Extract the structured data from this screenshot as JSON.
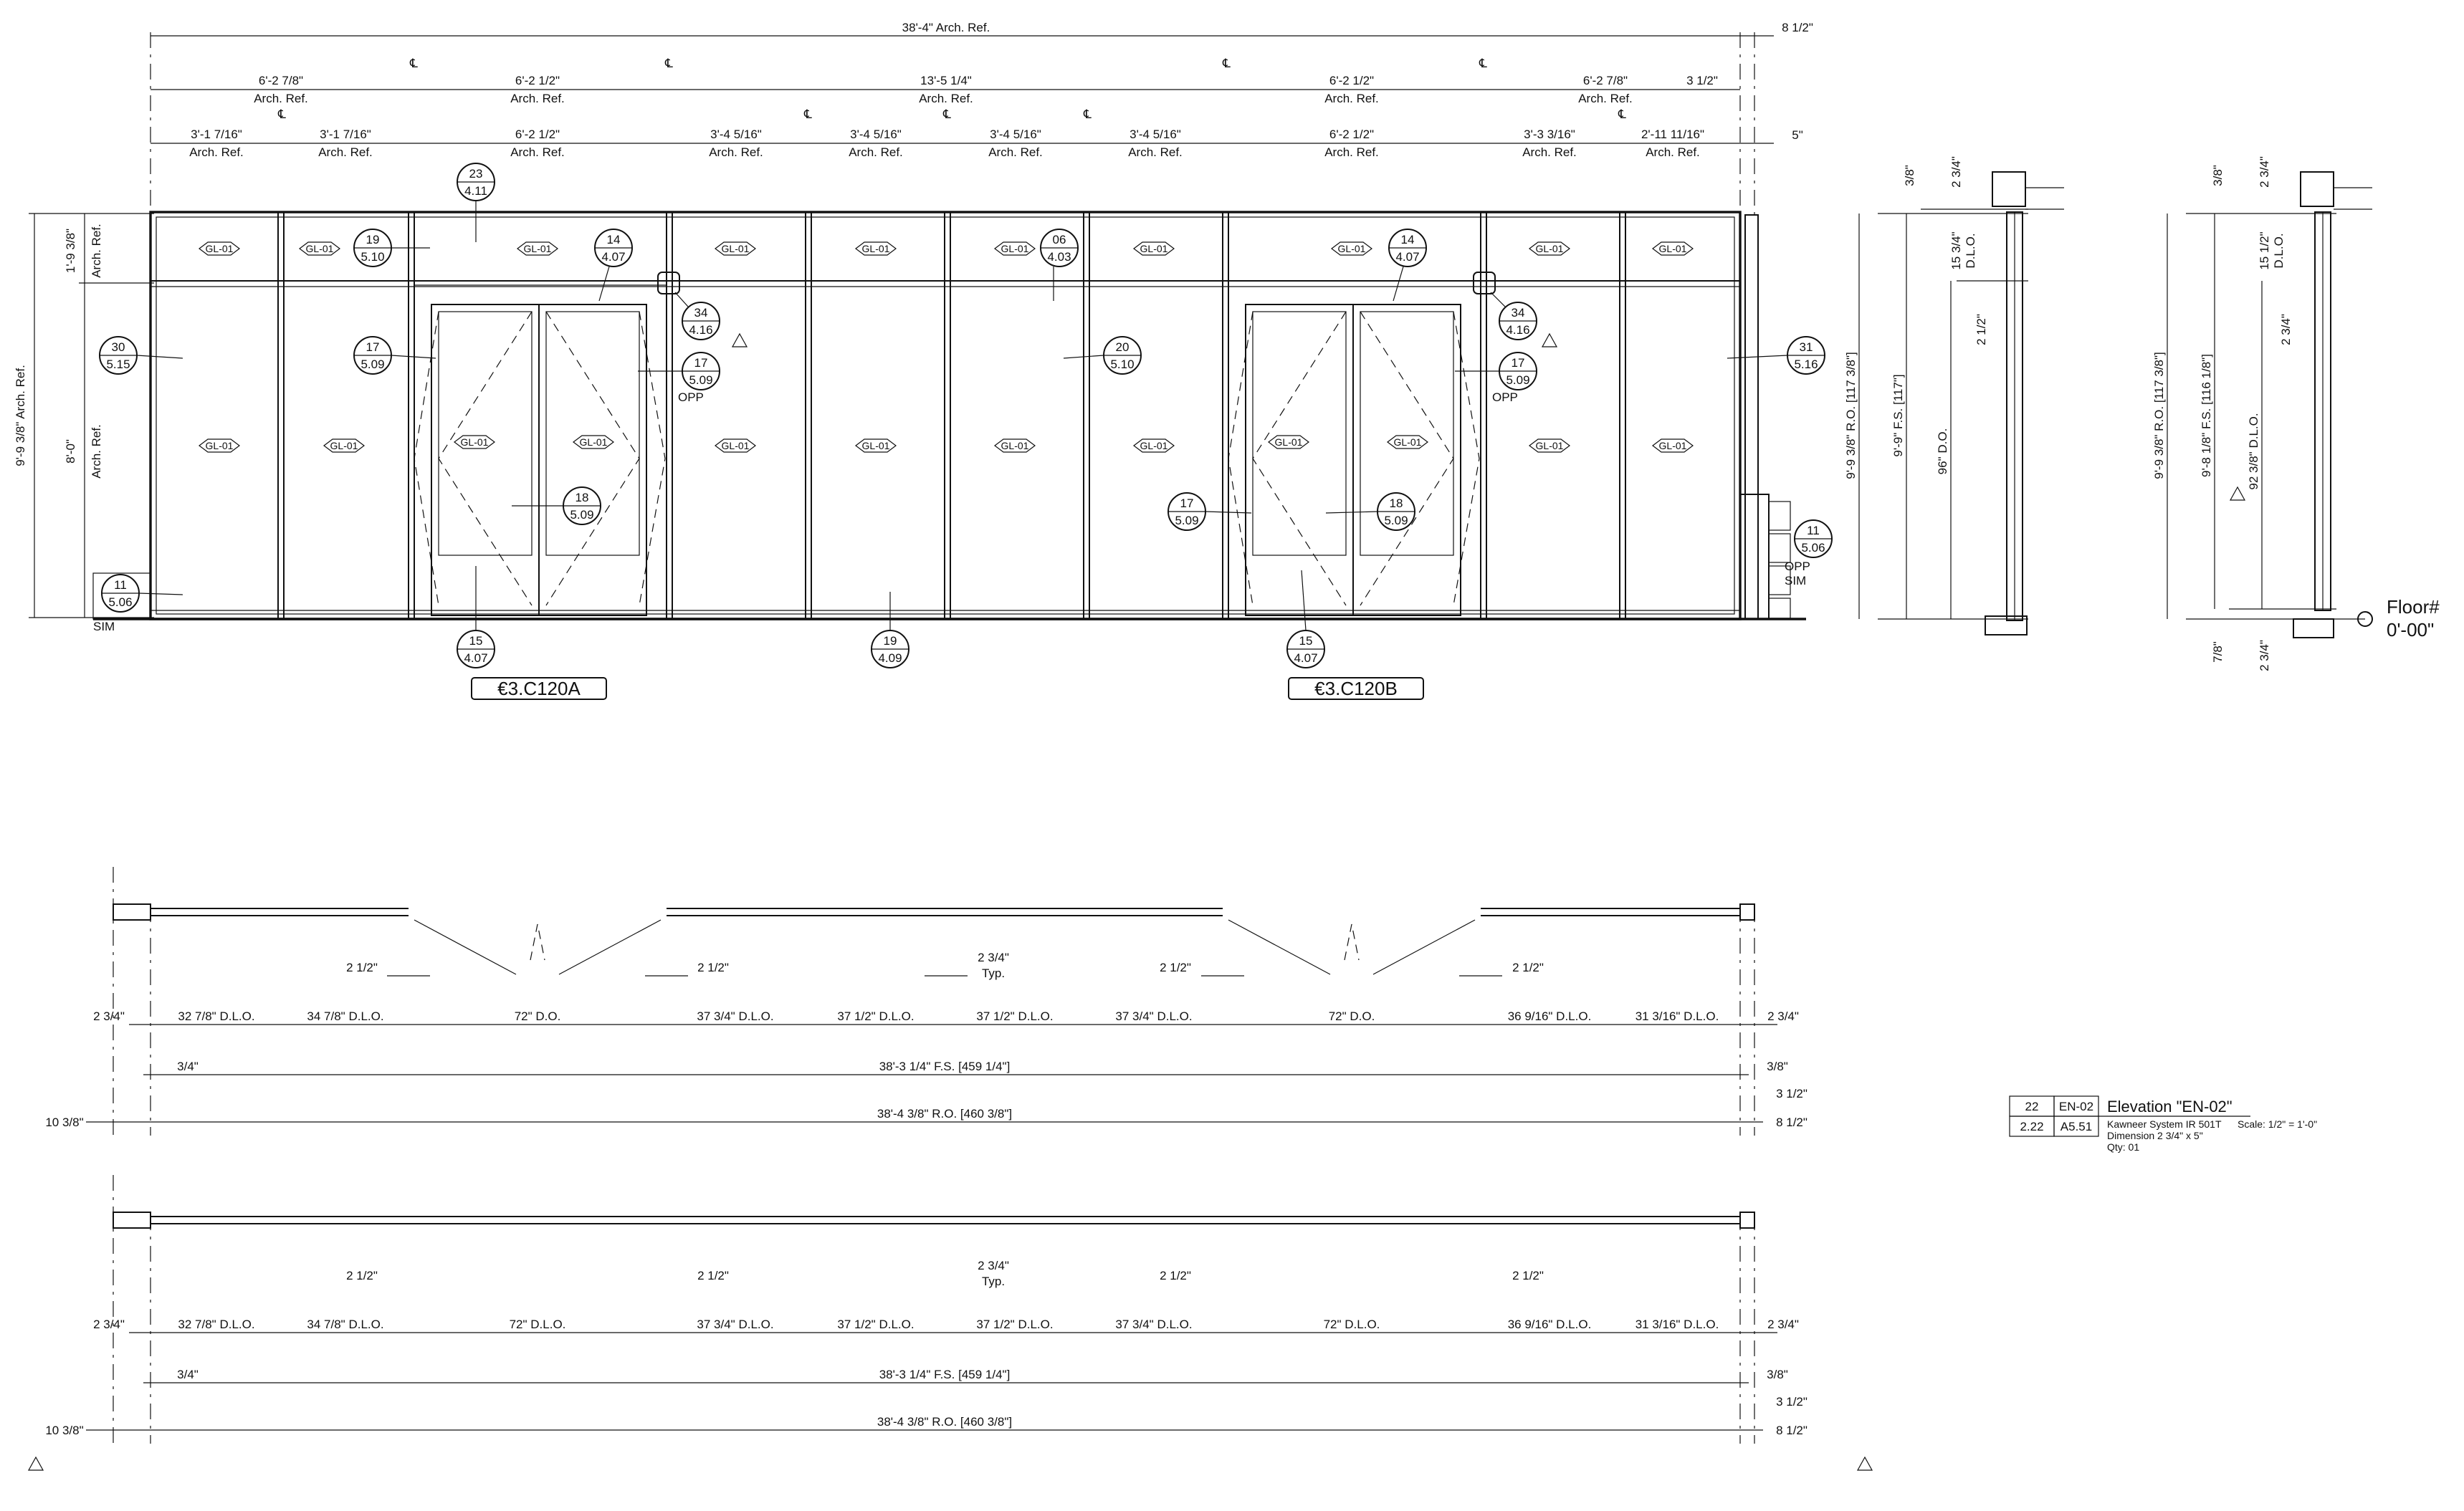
{
  "top_dims": {
    "overall": "38'-4\" Arch. Ref.",
    "right_overall": "8 1/2\"",
    "right_mid": "5\"",
    "mid_row": [
      {
        "a": "6'-2 7/8\"",
        "b": "Arch. Ref."
      },
      {
        "a": "6'-2 1/2\"",
        "b": "Arch. Ref."
      },
      {
        "a": "13'-5 1/4\"",
        "b": "Arch. Ref."
      },
      {
        "a": "6'-2 1/2\"",
        "b": "Arch. Ref."
      },
      {
        "a": "6'-2 7/8\"",
        "b": "Arch. Ref."
      },
      {
        "a": "3 1/2\"",
        "b": ""
      }
    ],
    "bay_row": [
      {
        "a": "3'-1 7/16\"",
        "b": "Arch. Ref."
      },
      {
        "a": "3'-1 7/16\"",
        "b": "Arch. Ref."
      },
      {
        "a": "6'-2 1/2\"",
        "b": "Arch. Ref."
      },
      {
        "a": "3'-4 5/16\"",
        "b": "Arch. Ref."
      },
      {
        "a": "3'-4 5/16\"",
        "b": "Arch. Ref."
      },
      {
        "a": "3'-4 5/16\"",
        "b": "Arch. Ref."
      },
      {
        "a": "3'-4 5/16\"",
        "b": "Arch. Ref."
      },
      {
        "a": "6'-2 1/2\"",
        "b": "Arch. Ref."
      },
      {
        "a": "3'-3 3/16\"",
        "b": "Arch. Ref."
      },
      {
        "a": "2'-11 11/16\"",
        "b": "Arch. Ref."
      }
    ],
    "cl_mark": "℄"
  },
  "left_dims": {
    "transom": "1'-9 3/8\"",
    "transom_ref": "Arch. Ref.",
    "lower": "8'-0\"",
    "lower_ref": "Arch. Ref.",
    "overall": "9'-9 3/8\" Arch. Ref."
  },
  "glass_tag": "GL-01",
  "callouts": [
    {
      "n": "23",
      "s": "4.11"
    },
    {
      "n": "19",
      "s": "5.10"
    },
    {
      "n": "14",
      "s": "4.07"
    },
    {
      "n": "30",
      "s": "5.15"
    },
    {
      "n": "17",
      "s": "5.09"
    },
    {
      "n": "34",
      "s": "4.16"
    },
    {
      "n": "17",
      "s": "5.09",
      "note": "OPP"
    },
    {
      "n": "18",
      "s": "5.09"
    },
    {
      "n": "11",
      "s": "5.06",
      "note": "SIM"
    },
    {
      "n": "06",
      "s": "4.03"
    },
    {
      "n": "20",
      "s": "5.10"
    },
    {
      "n": "14",
      "s": "4.07"
    },
    {
      "n": "34",
      "s": "4.16"
    },
    {
      "n": "17",
      "s": "5.09",
      "note": "OPP"
    },
    {
      "n": "31",
      "s": "5.16"
    },
    {
      "n": "17",
      "s": "5.09"
    },
    {
      "n": "18",
      "s": "5.09"
    },
    {
      "n": "11",
      "s": "5.06",
      "note": "OPP",
      "note2": "SIM"
    },
    {
      "n": "15",
      "s": "4.07"
    },
    {
      "n": "19",
      "s": "4.09"
    },
    {
      "n": "15",
      "s": "4.07"
    }
  ],
  "door_tags": [
    "€3.C120A",
    "€3.C120B"
  ],
  "section_a": {
    "d1": "3/8\"",
    "d2": "2 3/4\"",
    "d3": "15 3/4\"",
    "d3b": "D.L.O.",
    "d4": "2 1/2\"",
    "d5": "9'-9 3/8\" R.O. [117 3/8\"]",
    "d6": "9'-9\" F.S. [117\"]",
    "d7": "96\" D.O."
  },
  "section_b": {
    "d1": "3/8\"",
    "d2": "2 3/4\"",
    "d3": "15 1/2\"",
    "d3b": "D.L.O.",
    "d4": "2 3/4\"",
    "d5": "9'-9 3/8\" R.O. [117 3/8\"]",
    "d6": "9'-8 1/8\" F.S. [116 1/8\"]",
    "d7": "92 3/8\" D.L.O.",
    "d8": "7/8\"",
    "d9": "2 3/4\"",
    "floor_label": "Floor#",
    "floor_value": "0'-00\""
  },
  "plan1": {
    "frame_gap": "2 1/2\"",
    "mullion": "2 3/4\"",
    "typ": "Typ.",
    "edge_left": "2 3/4\"",
    "edge_right": "2 3/4\"",
    "openings": [
      "32 7/8\" D.L.O.",
      "34 7/8\" D.L.O.",
      "72\" D.O.",
      "37 3/4\" D.L.O.",
      "37 1/2\" D.L.O.",
      "37 1/2\" D.L.O.",
      "37 3/4\" D.L.O.",
      "72\" D.O.",
      "36 9/16\" D.L.O.",
      "31 3/16\" D.L.O."
    ],
    "fs_left": "3/4\"",
    "fs": "38'-3 1/4\" F.S. [459 1/4\"]",
    "fs_right": "3/8\"",
    "ro_left": "10 3/8\"",
    "ro": "38'-4 3/8\" R.O. [460 3/8\"]",
    "ro_right": "8 1/2\"",
    "right_extra": "3 1/2\""
  },
  "plan2": {
    "frame_gap": "2 1/2\"",
    "mullion": "2 3/4\"",
    "typ": "Typ.",
    "edge_left": "2 3/4\"",
    "edge_right": "2 3/4\"",
    "openings": [
      "32 7/8\" D.L.O.",
      "34 7/8\" D.L.O.",
      "72\" D.L.O.",
      "37 3/4\" D.L.O.",
      "37 1/2\" D.L.O.",
      "37 1/2\" D.L.O.",
      "37 3/4\" D.L.O.",
      "72\" D.L.O.",
      "36 9/16\" D.L.O.",
      "31 3/16\" D.L.O."
    ],
    "fs_left": "3/4\"",
    "fs": "38'-3 1/4\" F.S. [459 1/4\"]",
    "fs_right": "3/8\"",
    "ro_left": "10 3/8\"",
    "ro": "38'-4 3/8\" R.O. [460 3/8\"]",
    "ro_right": "8 1/2\"",
    "right_extra": "3 1/2\""
  },
  "title_block": {
    "num": "22",
    "code": "EN-02",
    "title": "Elevation \"EN-02\"",
    "sheet": "2.22",
    "ref": "A5.51",
    "system": "Kawneer System IR 501T",
    "scale": "Scale: 1/2\" = 1'-0\"",
    "dimension": "Dimension 2 3/4\" x 5\"",
    "qty": "Qty: 01"
  }
}
